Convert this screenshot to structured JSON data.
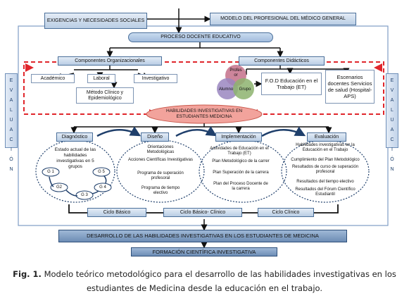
{
  "top": {
    "exigencias": "EXIGENCIAS Y NECESIDADES SOCIALES",
    "modelo": "MODELO DEL PROFESIONAL DEL MÉDICO GENERAL",
    "proceso": "PROCESO DOCENTE EDUCATIVO"
  },
  "organizacionales": {
    "title": "Componentes Organizacionales",
    "items": [
      "Académico",
      "Laboral",
      "Investigativo"
    ],
    "metodo": "Método Clínico y Epidemiológico"
  },
  "didacticos": {
    "title": "Componentes Didácticos",
    "venn": [
      "Profes or",
      "Alumno",
      "Grupo"
    ],
    "fod": "F.O.D Educación en el Trabajo (ET)",
    "escenarios": "Escenarios docentes Servicios de salud (Hospital-APS)"
  },
  "evaluacion_side": [
    "E",
    "V",
    "A",
    "L",
    "U",
    "A",
    "C",
    "I",
    "Ó",
    "N"
  ],
  "habilidades": "HABILIDADES INVESTIGATIVAS EN ESTUDIANTES MEDICINA",
  "fases": {
    "diagnostico": {
      "title": "Diagnóstico",
      "text": "Estado actual de las habilidades investigativas en 5 grupos",
      "groups": [
        "G 1",
        "G 5",
        "G2",
        "G 3",
        "G 4"
      ]
    },
    "diseno": {
      "title": "Diseño",
      "items": [
        "Orientaciones Metodológicas",
        "Acciones Científicas Investigativas",
        "Programa de superación profesoral",
        "Programa de tiempo electivo"
      ]
    },
    "implementacion": {
      "title": "Implementación",
      "items": [
        "Actividades de Educación en el Trabajo (ET)",
        "Plan Metodológico de la carrer",
        "Plan Superación de la carrera",
        "Plan del Proceso Docente de la carrera"
      ]
    },
    "evaluacion": {
      "title": "Evaluación",
      "items": [
        "Habilidades investigativas en la Educación en el Trabajo",
        "Cumplimiento del Plan Metodológico",
        "Resultados de curso de superación profesoral",
        "Resultados del tiempo electivo",
        "Resultados del Fórum Científico Estudiantil"
      ]
    }
  },
  "ciclos": [
    "Ciclo Básico",
    "Ciclo Básico- Clínico",
    "Ciclo Clínico"
  ],
  "desarrollo": "DESARROLLO DE LAS HABILIDADES INVESTIGATIVAS EN LOS ESTUDIANTES DE MEDICINA",
  "formacion": "FORMACIÓN CIENTÍFICA INVESTIGATIVA",
  "caption": {
    "label": "Fig. 1.",
    "text": " Modelo teórico metodológico para el desarrollo de las habilidades investigativas en los estudiantes de Medicina desde la educación en el trabajo."
  },
  "colors": {
    "box_fill": "#b9cde4",
    "box_border": "#4a6f9a",
    "dashed_red": "#e0262b",
    "ellipse_red": "#f2a39c",
    "frame": "#7f9cc4",
    "venn_profesor": "#c4708a",
    "venn_alumno": "#9a86bf",
    "venn_grupo": "#8db36e"
  }
}
